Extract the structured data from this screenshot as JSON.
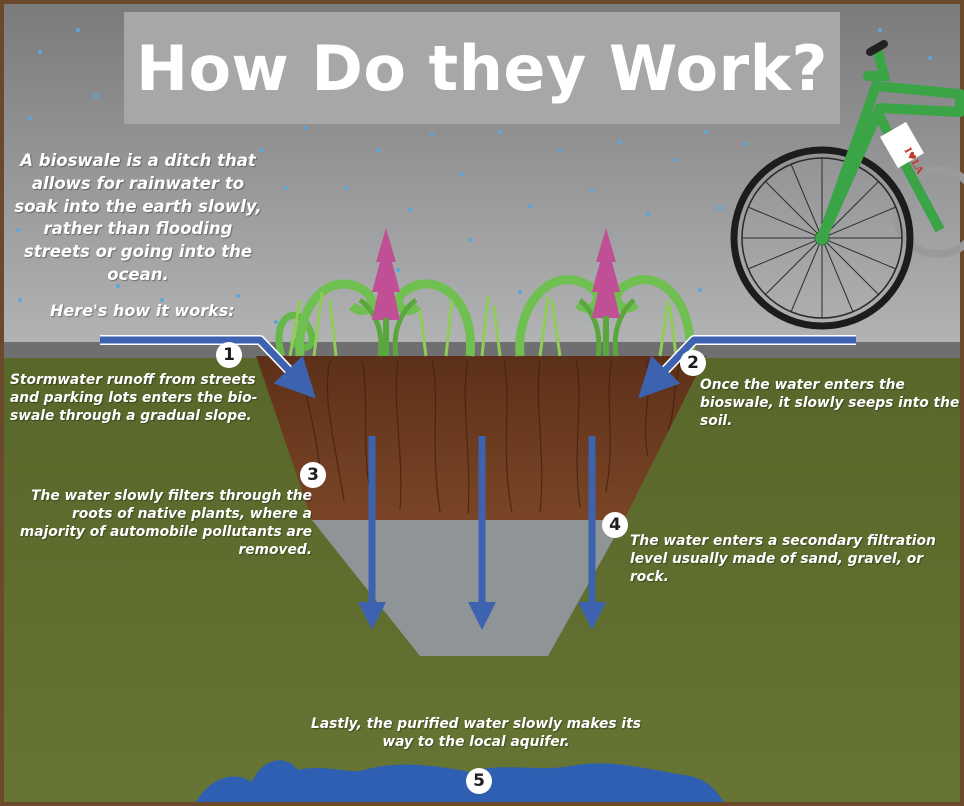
{
  "title": "How Do they Work?",
  "intro": "A bioswale is a ditch that allows for rainwater to soak into the earth slowly, rather than flooding streets or going into the ocean.",
  "how_it_works": "Here's how it works:",
  "bike_plate": "I♥LA",
  "steps": [
    {
      "number": "1",
      "text": "Stormwater runoff from streets and parking lots enters the bio-swale through a gradual slope."
    },
    {
      "number": "2",
      "text": "Once the water enters the bioswale, it slowly seeps into the soil."
    },
    {
      "number": "3",
      "text": "The water slowly filters through the roots of native plants, where a majority of automobile pollutants are removed."
    },
    {
      "number": "4",
      "text": "The water enters a secondary filtration level usually made of sand, gravel, or rock."
    },
    {
      "number": "5",
      "text": "Lastly,  the purified water slowly makes its way to the local aquifer."
    }
  ],
  "colors": {
    "sky": "#8e8e90",
    "ground": "#5c6a2a",
    "soil": "#6e3c1f",
    "gravel": "#8f9597",
    "arrow": "#3d62b0",
    "aquifer": "#2f5fb2",
    "bike": "#3aa447",
    "plant_green": "#72c256",
    "flower_pink": "#c04f96"
  }
}
